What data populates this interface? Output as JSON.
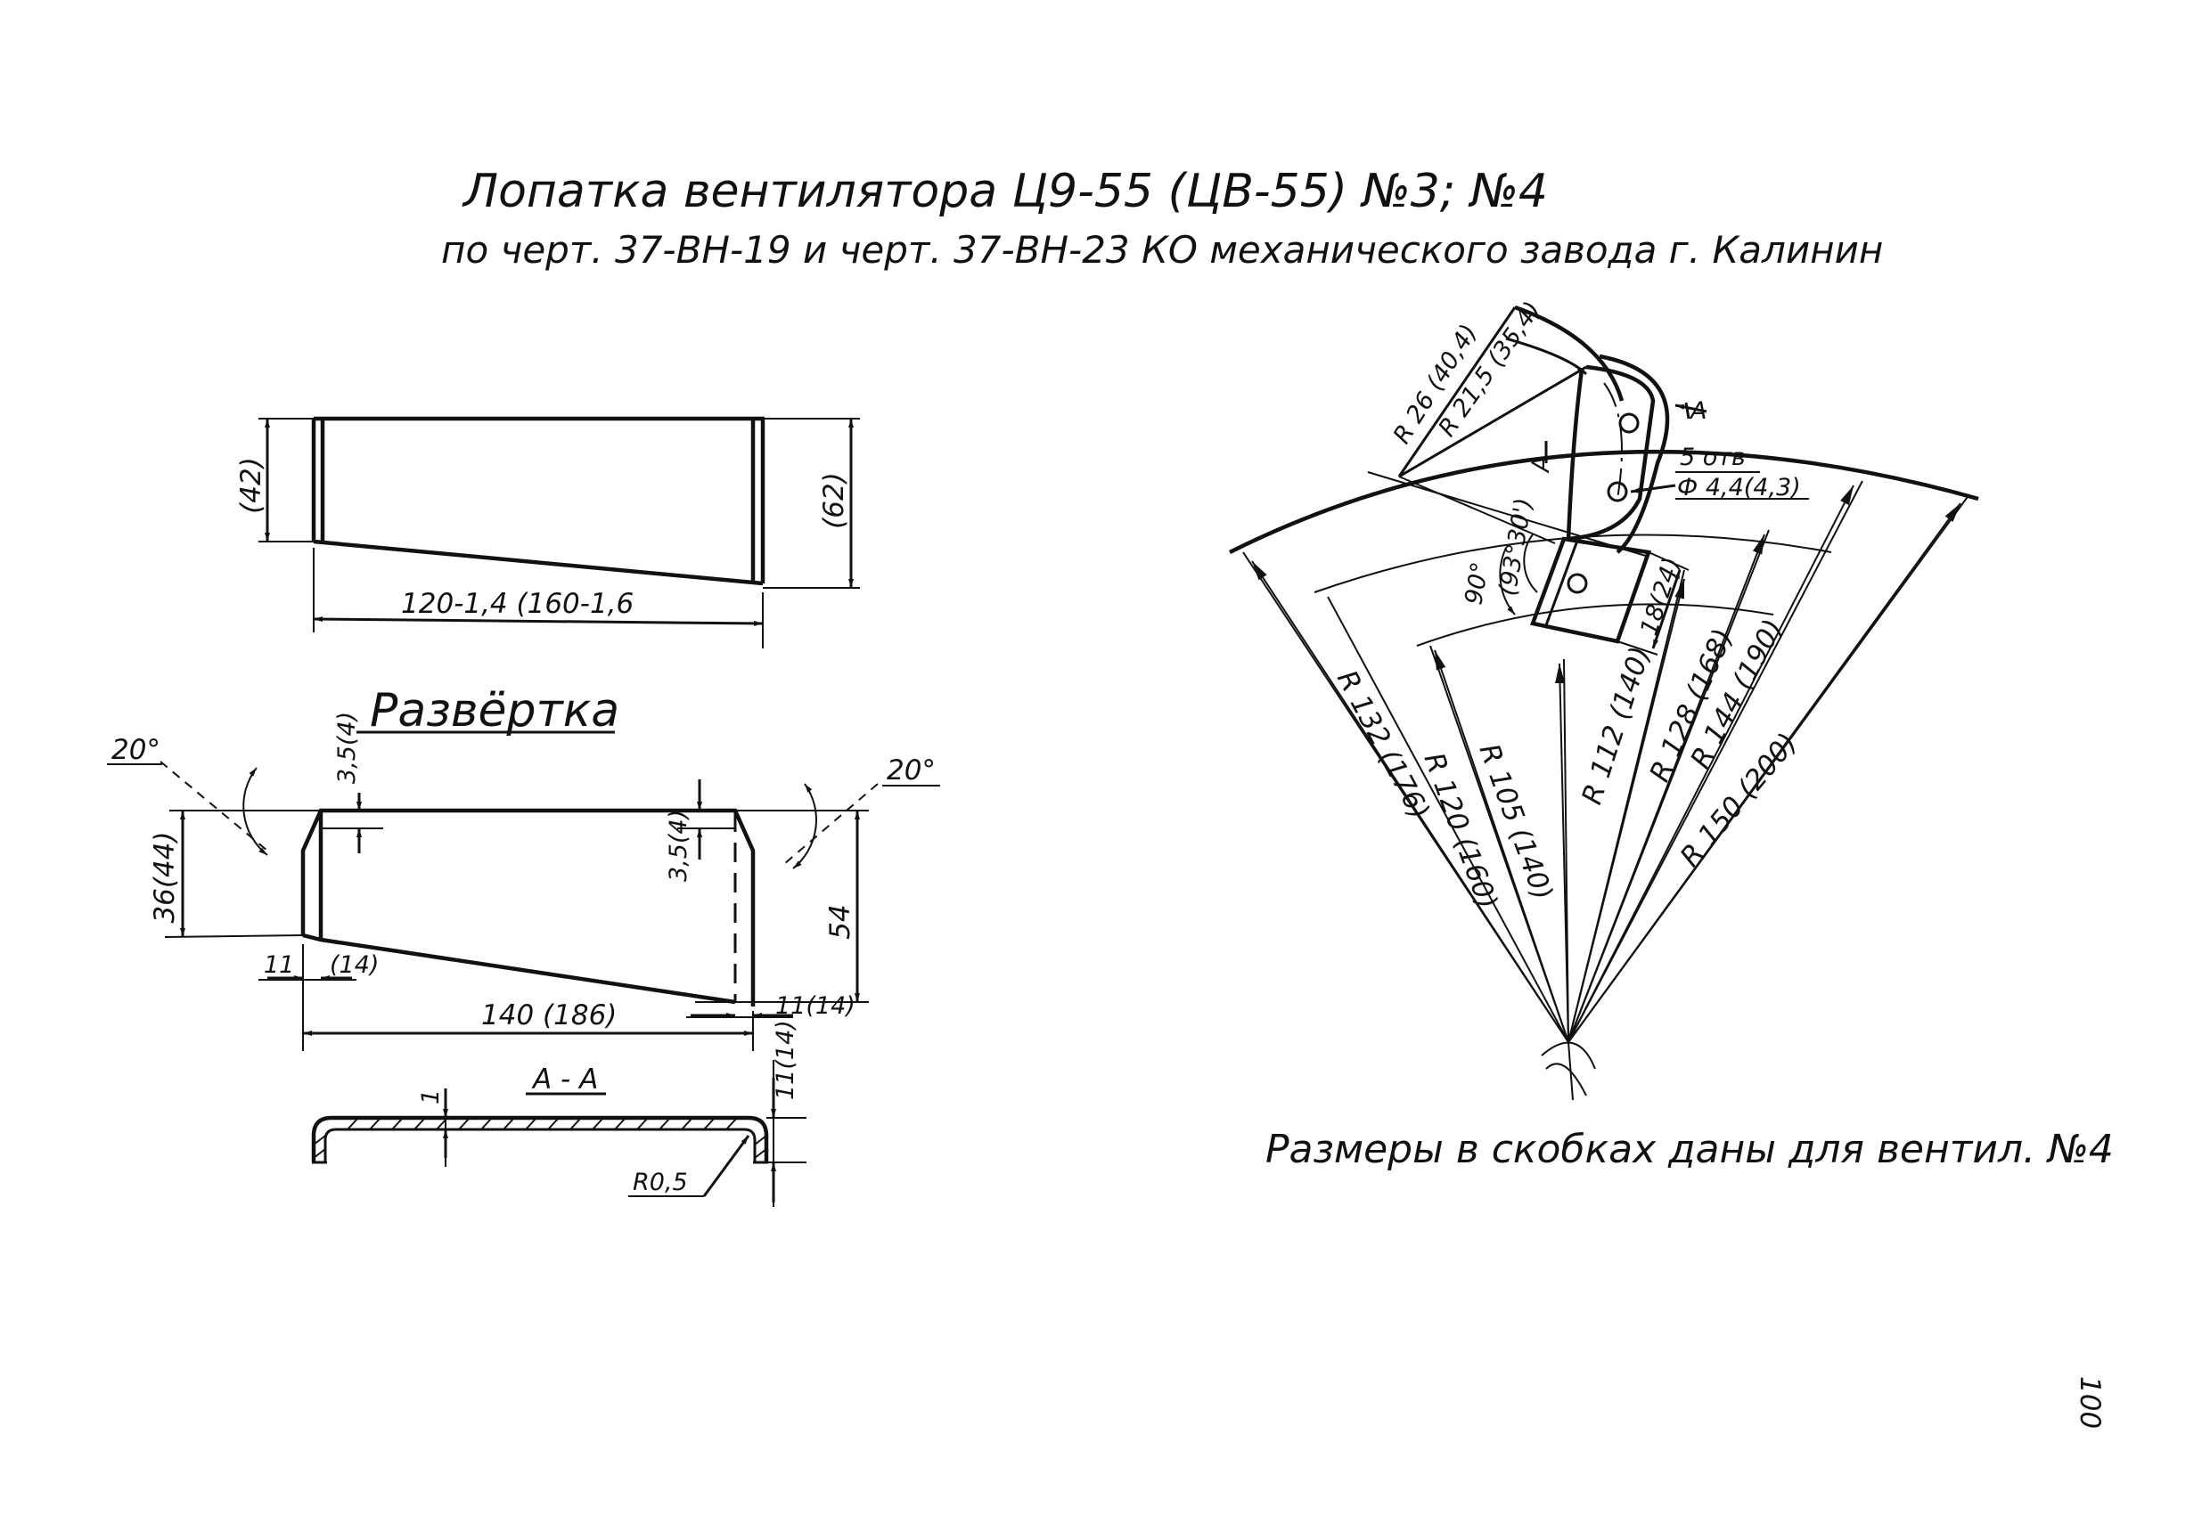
{
  "title": {
    "line1": "Лопатка вентилятора Ц9-55 (ЦВ-55) №3; №4",
    "line2": "по черт. 37-ВН-19 и черт. 37-ВН-23 КО механического завода г. Калинин"
  },
  "front_view": {
    "dim_left": "(42)",
    "dim_right": "(62)",
    "dim_length": "120-1,4 (160-1,6"
  },
  "unfold": {
    "heading": "Развёртка",
    "angle_left": "20°",
    "angle_right": "20°",
    "dim_left_height": "36(44)",
    "dim_right_height": "54",
    "dim_chamfer_left": "3,5(4)",
    "dim_chamfer_right": "3,5(4)",
    "dim_offset_left_a": "11",
    "dim_offset_left_b": "(14)",
    "dim_offset_right": "11(14)",
    "dim_length": "140 (186)"
  },
  "section": {
    "heading": "А - А",
    "dim_thickness": "1",
    "dim_height": "11(14)",
    "dim_radius": "R0,5"
  },
  "arc_view": {
    "r_outer_small": "R 26 (40,4)",
    "r_inner_small": "R 21,5 (35,4)",
    "holes": "5 отв",
    "hole_diameter": "Ф 4,4(4,3)",
    "section_mark_top": "А",
    "section_mark_side": "А",
    "angle_a": "90°",
    "angle_b": "(93°30')",
    "dim_flange": "18(24)",
    "r132": "R 132 (176)",
    "r120": "R 120 (160)",
    "r105": "R 105 (140)",
    "r112": "R 112 (140)",
    "r128": "R 128 (168)",
    "r144": "R 144 (190)",
    "r150": "R 150 (200)"
  },
  "note": "Размеры в скобках даны для вентил. №4",
  "page_number": "100"
}
